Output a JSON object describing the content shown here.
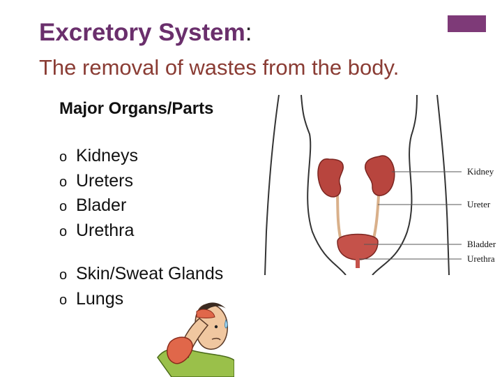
{
  "slide": {
    "title": "Excretory System",
    "title_colon": ":",
    "subtitle": "The removal of wastes from the body.",
    "organs_heading": "Major Organs/Parts",
    "bullet_symbol": "o",
    "organs": [
      "Kidneys",
      "Ureters",
      "Blader",
      "Urethra"
    ],
    "other_organs": [
      "Skin/Sweat Glands",
      "Lungs"
    ],
    "accent_color": "#6a2f6c",
    "subtitle_color": "#8a3c34"
  },
  "diagram": {
    "labels": {
      "kidney": "Kidney",
      "ureter": "Ureter",
      "bladder": "Bladder",
      "urethra": "Urethra"
    }
  },
  "illustration": {
    "subject": "sweating-man-wiping-forehead"
  }
}
